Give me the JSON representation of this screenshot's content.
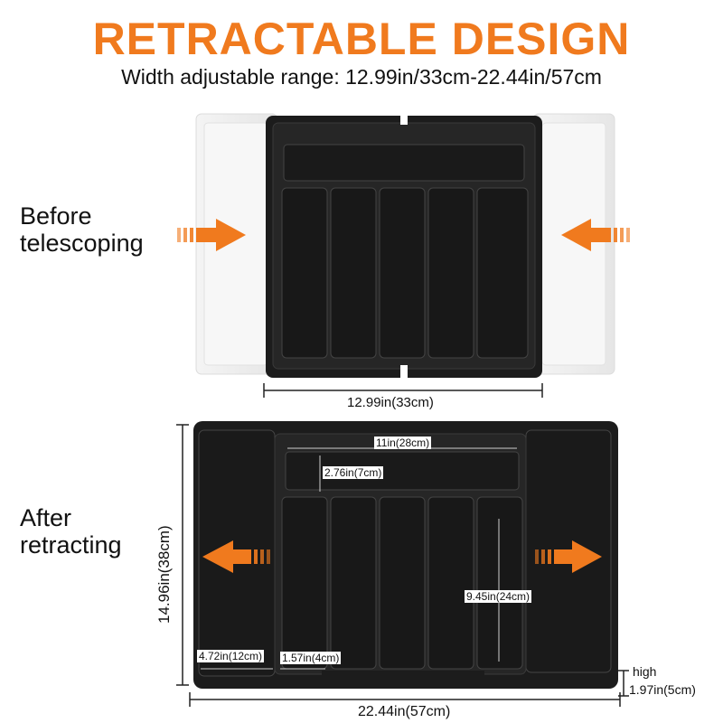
{
  "headline": "RETRACTABLE DESIGN",
  "subhead": "Width adjustable range: 12.99in/33cm-22.44in/57cm",
  "before": {
    "label_line1": "Before",
    "label_line2": "telescoping",
    "width_dim": "12.99in(33cm)"
  },
  "after": {
    "label_line1": "After",
    "label_line2": "retracting",
    "top_slot_width": "11in(28cm)",
    "top_slot_depth": "2.76in(7cm)",
    "slot_length": "9.45in(24cm)",
    "side_width": "4.72in(12cm)",
    "slot_width": "1.57in(4cm)",
    "total_depth": "14.96in(38cm)",
    "total_width": "22.44in(57cm)",
    "height_label": "high",
    "height_value": "1.97in(5cm)"
  },
  "colors": {
    "accent": "#f07a1e",
    "tray": "#1f1f1f",
    "tray_inner": "#2b2b2b",
    "ghost": "#ededed"
  }
}
